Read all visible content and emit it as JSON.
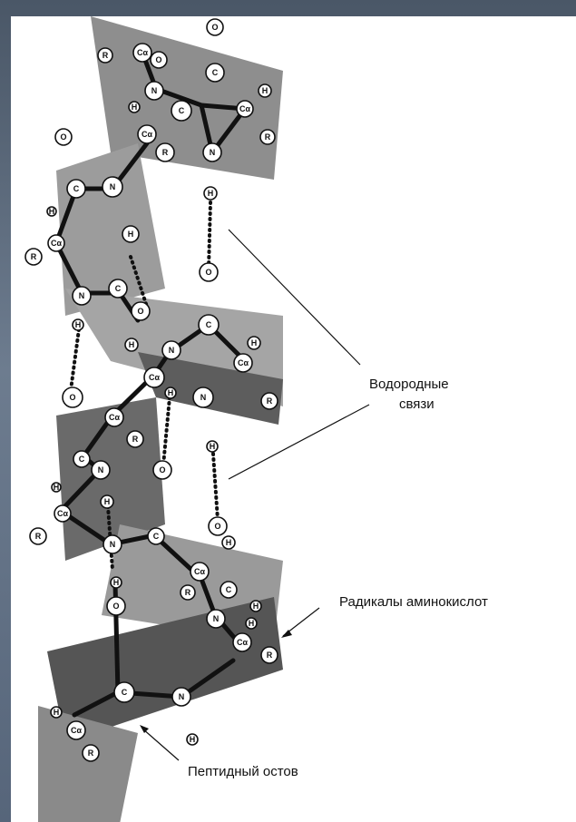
{
  "labels": {
    "hydrogen_bonds": [
      "Водородные",
      "связи"
    ],
    "radicals": "Радикалы аминокислот",
    "backbone": "Пептидный остов"
  },
  "atoms": {
    "oxygen": "O",
    "nitrogen": "N",
    "carbon": "C",
    "hydrogen": "H",
    "radical": "R",
    "alpha_carbon": "Cα"
  },
  "colors": {
    "ribbon_light": "#9a9a9a",
    "ribbon_dark": "#5a5a5a",
    "background": "#5b6a7d"
  }
}
